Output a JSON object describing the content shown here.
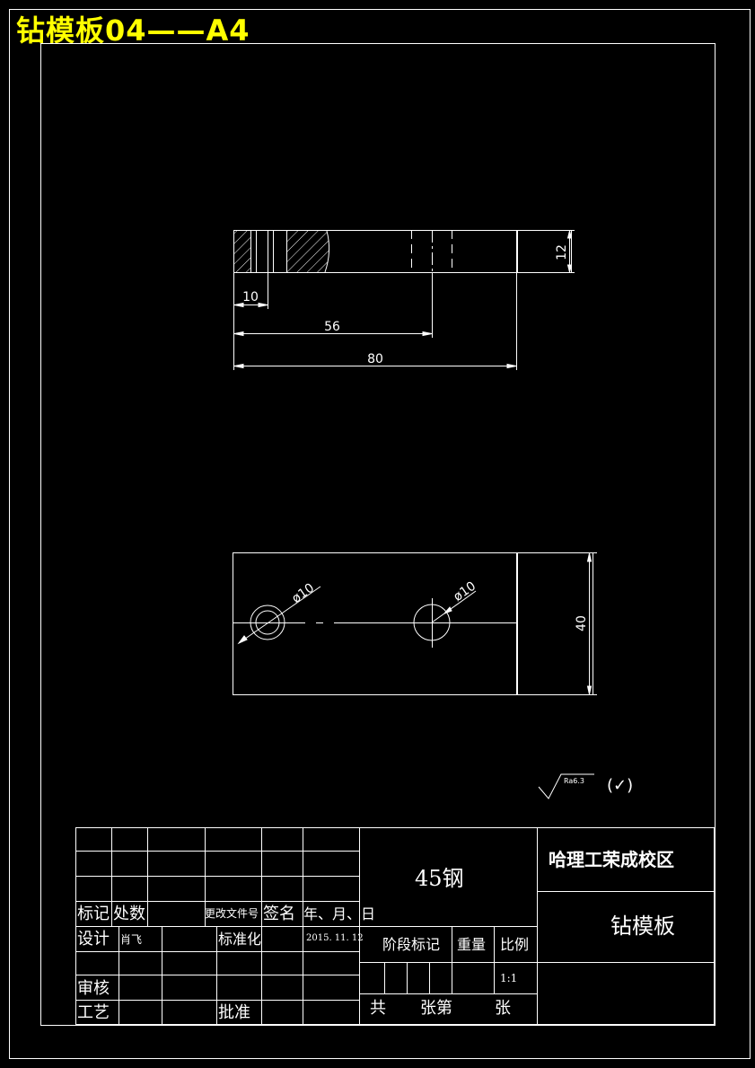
{
  "sheet_title": "钻模板04——A4",
  "colors": {
    "background": "#000000",
    "lines": "#ffffff",
    "title": "#ffff00"
  },
  "front_view": {
    "dim_thickness": "12",
    "dim_10": "10",
    "dim_56": "56",
    "dim_80": "80"
  },
  "top_view": {
    "dim_hole_1": "ø10",
    "dim_hole_2": "ø10",
    "dim_width": "40"
  },
  "surface_finish": {
    "roughness": "Ra6.3",
    "other": "(✓)"
  },
  "title_block": {
    "material": "45钢",
    "school": "哈理工荣成校区",
    "part_name": "钻模板",
    "col_mark": "标记",
    "col_count": "处数",
    "col_change_doc": "更改文件号",
    "col_signature": "签名",
    "col_date": "年、月、日",
    "designer_label": "设计",
    "designer_name": "肖飞",
    "standardize_label": "标准化",
    "date_value": "2015. 11. 12",
    "stage_mark_label": "阶段标记",
    "weight_label": "重量",
    "scale_label": "比例",
    "scale_value": "1:1",
    "review_label": "审核",
    "process_label": "工艺",
    "approve_label": "批准",
    "sheets_total": "共",
    "sheets_unit_1": "张第",
    "sheets_unit_2": "张"
  }
}
